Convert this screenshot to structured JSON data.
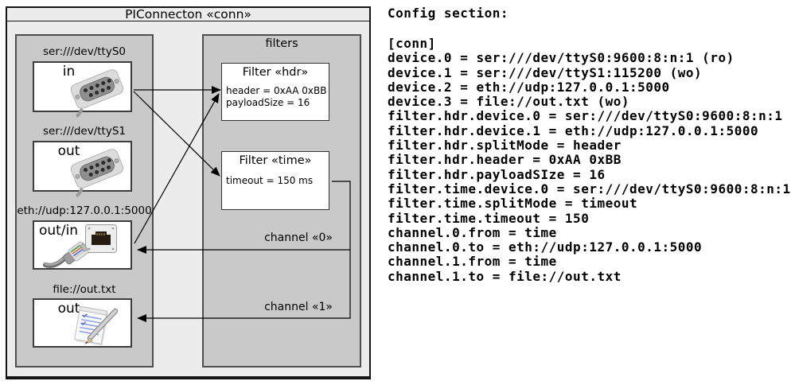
{
  "diagram": {
    "title": "PIConnecton «conn»",
    "devices": [
      {
        "url": "ser:///dev/ttyS0",
        "direction": "in",
        "icon": "serial-connector-icon"
      },
      {
        "url": "ser:///dev/ttyS1",
        "direction": "out",
        "icon": "serial-connector-icon"
      },
      {
        "url": "eth://udp:127.0.0.1:5000",
        "direction": "out/in",
        "icon": "ethernet-port-icon ethernet-cable-icon"
      },
      {
        "url": "file://out.txt",
        "direction": "out",
        "icon": "notepad-icon"
      }
    ],
    "filters": {
      "title": "filters",
      "items": [
        {
          "title": "Filter «hdr»",
          "attributes": [
            "header = 0xAA 0xBB",
            "payloadSize = 16"
          ]
        },
        {
          "title": "Filter «time»",
          "attributes": [
            "timeout = 150 ms"
          ]
        }
      ]
    },
    "channels": [
      {
        "label": "channel «0»"
      },
      {
        "label": "channel «1»"
      }
    ],
    "colors": {
      "outer_fill": "#ececec",
      "group_fill": "#c9c9c9",
      "node_fill": "#ffffff",
      "line": "#000000"
    }
  },
  "config": {
    "heading": "Config section:",
    "lines": [
      "[conn]",
      "device.0 = ser:///dev/ttyS0:9600:8:n:1 (ro)",
      "device.1 = ser:///dev/ttyS1:115200 (wo)",
      "device.2 = eth://udp:127.0.0.1:5000",
      "device.3 = file://out.txt (wo)",
      "filter.hdr.device.0 = ser:///dev/ttyS0:9600:8:n:1",
      "filter.hdr.device.1 = eth://udp:127.0.0.1:5000",
      "filter.hdr.splitMode = header",
      "filter.hdr.header = 0xAA 0xBB",
      "filter.hdr.payloadSIze = 16",
      "filter.time.device.0 = ser:///dev/ttyS0:9600:8:n:1",
      "filter.time.splitMode = timeout",
      "filter.time.timeout = 150",
      "channel.0.from = time",
      "channel.0.to = eth://udp:127.0.0.1:5000",
      "channel.1.from = time",
      "channel.1.to = file://out.txt"
    ]
  }
}
